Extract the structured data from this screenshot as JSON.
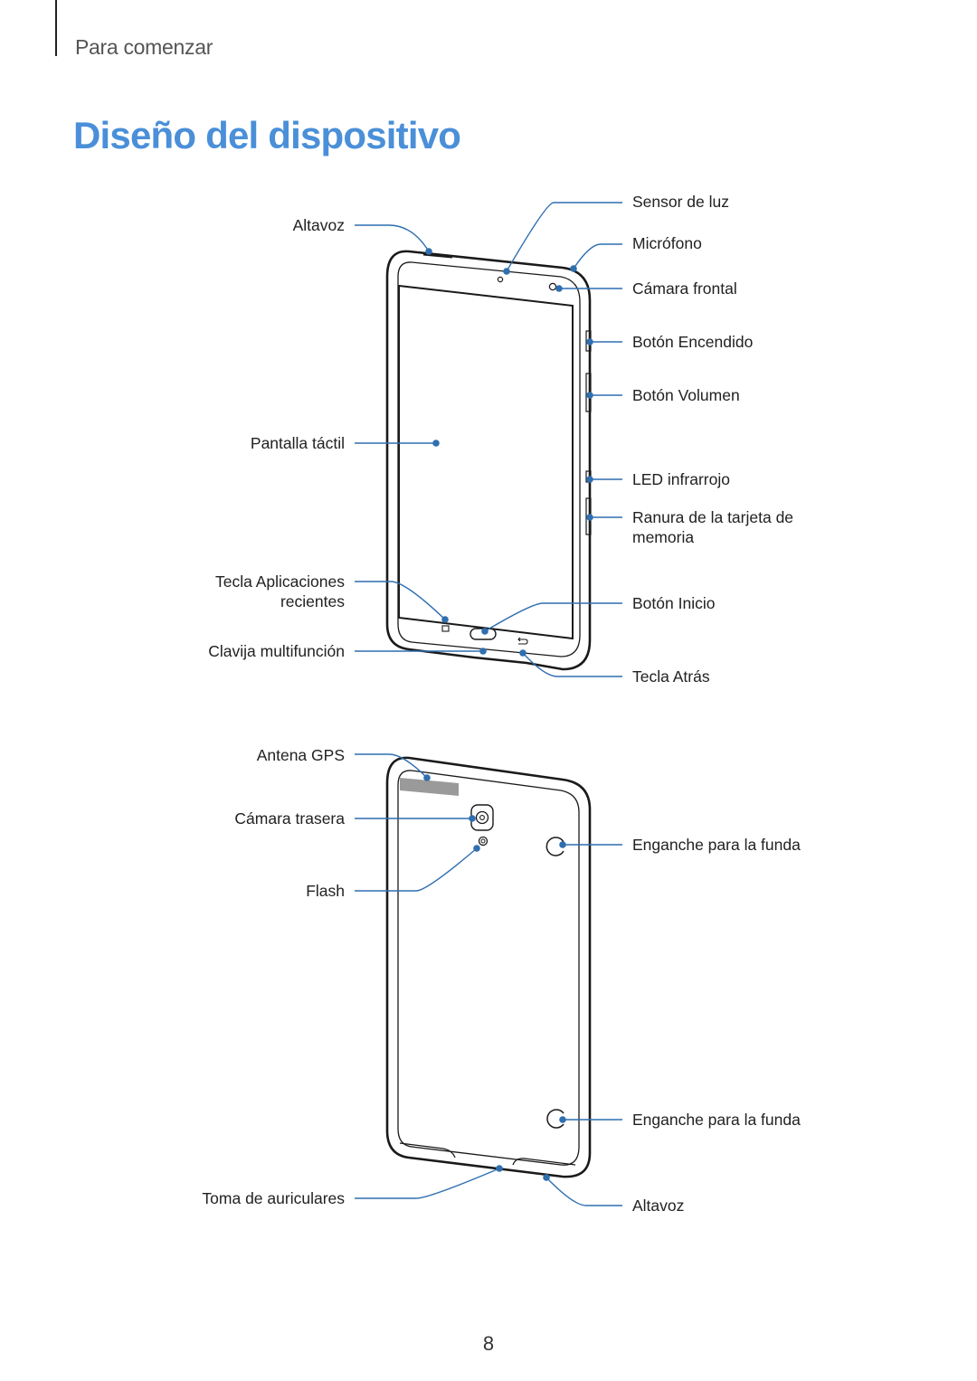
{
  "header": {
    "section": "Para comenzar",
    "title": "Diseño del dispositivo"
  },
  "front_view": {
    "left_labels": {
      "speaker": "Altavoz",
      "touchscreen": "Pantalla táctil",
      "recent_apps_line1": "Tecla Aplicaciones",
      "recent_apps_line2": "recientes",
      "multipurpose_jack": "Clavija multifunción"
    },
    "right_labels": {
      "light_sensor": "Sensor de luz",
      "microphone": "Micrófono",
      "front_camera": "Cámara frontal",
      "power_button": "Botón Encendido",
      "volume_button": "Botón Volumen",
      "ir_led": "LED infrarrojo",
      "memory_slot_line1": "Ranura de la tarjeta de",
      "memory_slot_line2": "memoria",
      "home_button": "Botón Inicio",
      "back_key": "Tecla Atrás"
    }
  },
  "back_view": {
    "left_labels": {
      "gps_antenna": "Antena GPS",
      "rear_camera": "Cámara trasera",
      "flash": "Flash",
      "headset_jack": "Toma de auriculares"
    },
    "right_labels": {
      "cover_hook_top": "Enganche para la funda",
      "cover_hook_bottom": "Enganche para la funda",
      "speaker": "Altavoz"
    }
  },
  "colors": {
    "title": "#4a8fd8",
    "callout": "#2f6fb0",
    "device_outline": "#1a1a1a"
  },
  "footer": {
    "page_number": "8"
  }
}
